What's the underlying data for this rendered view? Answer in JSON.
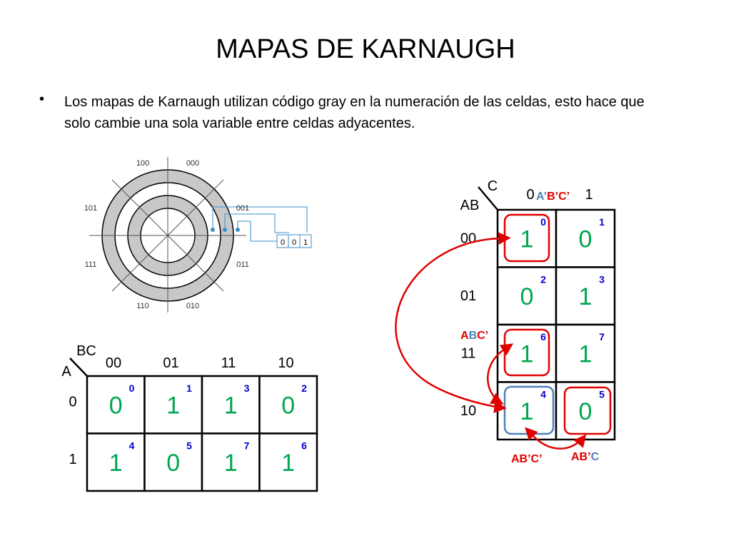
{
  "title": "MAPAS DE KARNAUGH",
  "bullet": {
    "marker": "•",
    "text": "Los mapas de Karnaugh utilizan código gray en la numeración de las celdas, esto hace que solo cambie una sola variable entre celdas adyacentes."
  },
  "encoder": {
    "labels": [
      "100",
      "000",
      "101",
      "001",
      "111",
      "011",
      "110",
      "010"
    ],
    "bits": [
      "0",
      "0",
      "1"
    ]
  },
  "kmap_horizontal": {
    "row_var": "A",
    "col_var": "BC",
    "col_headers": [
      "00",
      "01",
      "11",
      "10"
    ],
    "row_headers": [
      "0",
      "1"
    ],
    "values": [
      [
        "0",
        "1",
        "1",
        "0"
      ],
      [
        "1",
        "0",
        "1",
        "1"
      ]
    ],
    "indices": [
      [
        "0",
        "1",
        "3",
        "2"
      ],
      [
        "4",
        "5",
        "7",
        "6"
      ]
    ]
  },
  "kmap_vertical": {
    "row_var": "AB",
    "col_var": "C",
    "col_headers": [
      "0",
      "1"
    ],
    "row_headers": [
      "00",
      "01",
      "11",
      "10"
    ],
    "values": [
      [
        "1",
        "0"
      ],
      [
        "0",
        "1"
      ],
      [
        "1",
        "1"
      ],
      [
        "1",
        "0"
      ]
    ],
    "indices": [
      [
        "0",
        "1"
      ],
      [
        "2",
        "3"
      ],
      [
        "6",
        "7"
      ],
      [
        "4",
        "5"
      ]
    ]
  },
  "term_labels": {
    "top": [
      "A’",
      "B’",
      "C’"
    ],
    "side": [
      "A",
      "B",
      "C’"
    ],
    "bottom_left": "AB’C’",
    "bottom_right": [
      "AB’",
      "C"
    ]
  },
  "colors": {
    "value_green": "#00a651",
    "index_blue": "#0000cc",
    "highlight_red": "#e00000",
    "highlight_blue": "#4f81bd",
    "encoder_blue": "#3a8fc8"
  }
}
